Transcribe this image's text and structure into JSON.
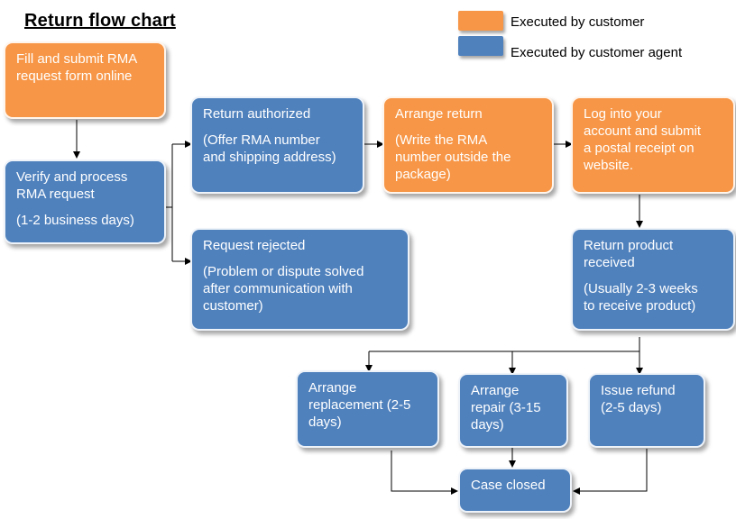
{
  "title": "Return flow chart",
  "legend": [
    {
      "label": "Executed by customer",
      "color": "#f79646"
    },
    {
      "label": "Executed by customer agent",
      "color": "#4f81bd"
    }
  ],
  "nodes": {
    "fill_submit": {
      "lines": [
        "Fill and submit RMA\nrequest form online"
      ],
      "color": "#f79646"
    },
    "verify": {
      "lines": [
        "Verify and process\nRMA request",
        "(1-2 business days)"
      ],
      "color": "#4f81bd"
    },
    "authorized": {
      "lines": [
        "Return authorized",
        "(Offer RMA number\nand shipping address)"
      ],
      "color": "#4f81bd"
    },
    "rejected": {
      "lines": [
        "Request rejected",
        "(Problem or dispute solved\nafter communication with\ncustomer)"
      ],
      "color": "#4f81bd"
    },
    "arrange_return": {
      "lines": [
        "Arrange return",
        "(Write the RMA\nnumber outside the\npackage)"
      ],
      "color": "#f79646"
    },
    "login": {
      "lines": [
        "Log into your\naccount and submit\na postal receipt on\nwebsite."
      ],
      "color": "#f79646"
    },
    "received": {
      "lines": [
        "Return product\nreceived",
        "(Usually 2-3 weeks\nto receive product)"
      ],
      "color": "#4f81bd"
    },
    "replacement": {
      "lines": [
        "Arrange\nreplacement (2-5\ndays)"
      ],
      "color": "#4f81bd"
    },
    "repair": {
      "lines": [
        "Arrange\nrepair (3-15\ndays)"
      ],
      "color": "#4f81bd"
    },
    "refund": {
      "lines": [
        "Issue refund\n(2-5 days)"
      ],
      "color": "#4f81bd"
    },
    "closed": {
      "lines": [
        "Case closed"
      ],
      "color": "#4f81bd"
    }
  },
  "edges": [
    [
      "fill_submit",
      "verify"
    ],
    [
      "verify",
      "authorized"
    ],
    [
      "verify",
      "rejected"
    ],
    [
      "authorized",
      "arrange_return"
    ],
    [
      "arrange_return",
      "login"
    ],
    [
      "login",
      "received"
    ],
    [
      "received",
      "replacement"
    ],
    [
      "received",
      "repair"
    ],
    [
      "received",
      "refund"
    ],
    [
      "replacement",
      "closed"
    ],
    [
      "repair",
      "closed"
    ],
    [
      "refund",
      "closed"
    ]
  ]
}
